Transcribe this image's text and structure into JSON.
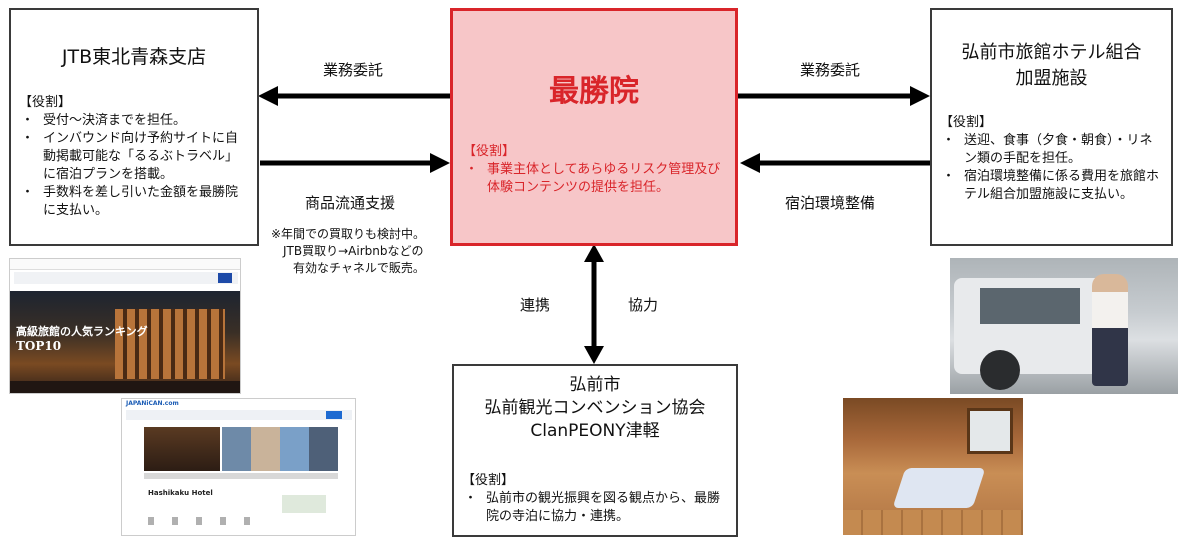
{
  "jtb": {
    "title": "JTB東北青森支店",
    "role_heading": "【役割】",
    "roles": [
      "受付～決済までを担任。",
      "インバウンド向け予約サイトに自動掲載可能な「るるぶトラベル」に宿泊プランを搭載。",
      "手数料を差し引いた金額を最勝院に支払い。"
    ]
  },
  "center": {
    "title": "最勝院",
    "role_heading": "【役割】",
    "roles": [
      "事業主体としてあらゆるリスク管理及び体験コンテンツの提供を担任。"
    ],
    "accent": "#d9252a",
    "fill": "#f7c6c8"
  },
  "hotel": {
    "title_line1": "弘前市旅館ホテル組合",
    "title_line2": "加盟施設",
    "role_heading": "【役割】",
    "roles": [
      "送迎、食事（夕食・朝食）・リネン類の手配を担任。",
      "宿泊環境整備に係る費用を旅館ホテル組合加盟施設に支払い。"
    ]
  },
  "city": {
    "title_line1": "弘前市",
    "title_line2": "弘前観光コンベンション協会",
    "title_line3": "ClanPEONY津軽",
    "role_heading": "【役割】",
    "roles": [
      "弘前市の観光振興を図る観点から、最勝院の寺泊に協力・連携。"
    ]
  },
  "arrows": {
    "left_top": "業務委託",
    "left_bottom": "商品流通支援",
    "right_top": "業務委託",
    "right_bottom": "宿泊環境整備",
    "vertical_left": "連携",
    "vertical_right": "協力"
  },
  "note": {
    "line1": "※年間での買取りも検討中。",
    "line2": "JTB買取り→Airbnbなどの",
    "line3": "有効なチャネルで販売。"
  },
  "photos": {
    "top_left_banner_line1": "高級旅館の人気ランキング",
    "top_left_banner_line2": "TOP10",
    "bottom_left_logo": "JAPANiCAN.com",
    "bottom_left_hotel": "Hashikaku Hotel"
  }
}
